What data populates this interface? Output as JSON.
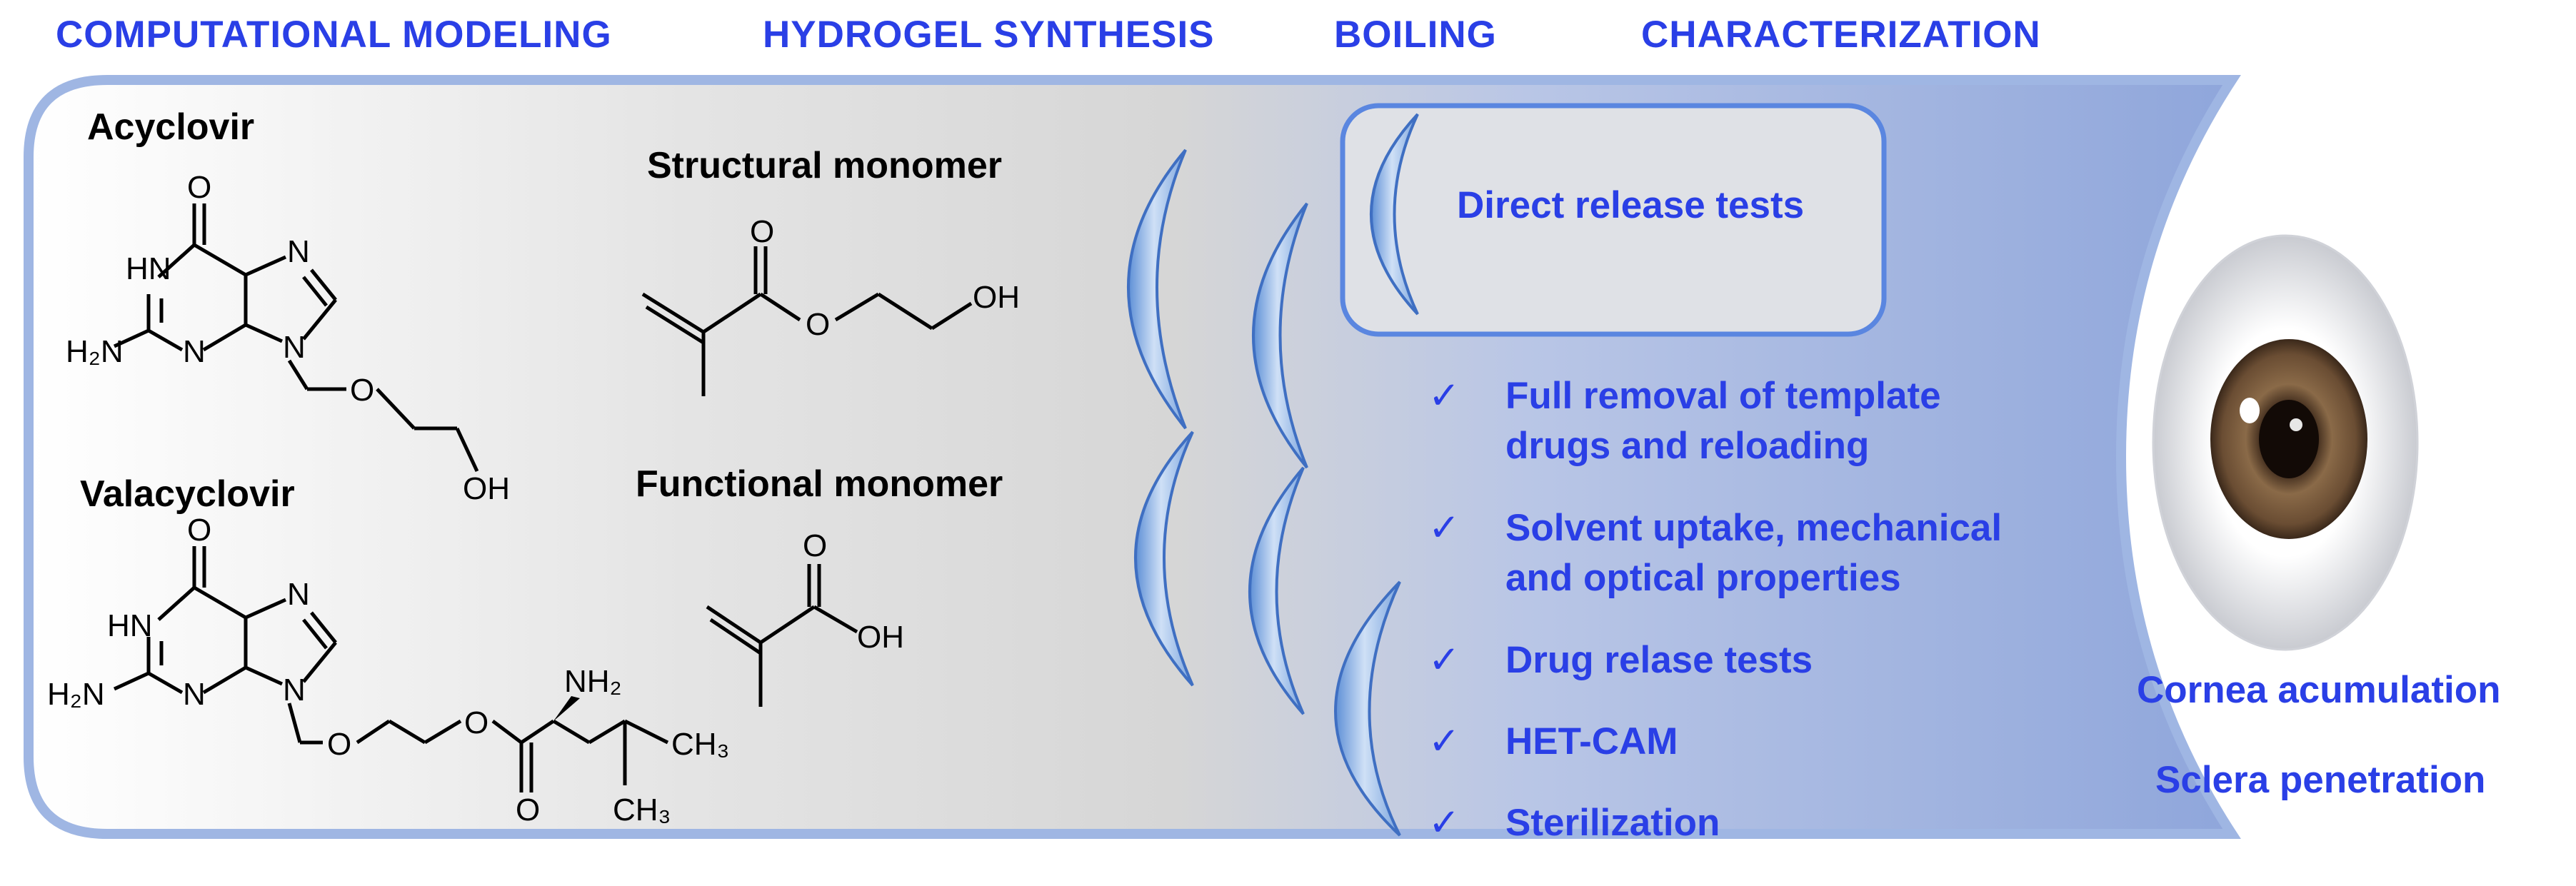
{
  "stages": {
    "modeling": "COMPUTATIONAL MODELING",
    "synthesis": "HYDROGEL SYNTHESIS",
    "boiling": "BOILING",
    "characterization": "CHARACTERIZATION"
  },
  "drugs": {
    "acyclovir": "Acyclovir",
    "valacyclovir": "Valacyclovir"
  },
  "monomers": {
    "structural": "Structural monomer",
    "functional": "Functional monomer"
  },
  "atoms": {
    "o": "O",
    "n": "N",
    "hn": "HN",
    "h2n": "H₂N",
    "nh2": "NH₂",
    "oh": "OH",
    "ch3": "CH₃"
  },
  "direct_release": "Direct release tests",
  "checklist": {
    "mark": "✓",
    "items": [
      [
        "Full removal of template",
        "drugs and reloading"
      ],
      [
        "Solvent uptake, mechanical",
        "and optical properties"
      ],
      [
        "Drug relase tests"
      ],
      [
        "HET-CAM"
      ],
      [
        "Sterilization"
      ]
    ]
  },
  "eye_labels": {
    "cornea": "Cornea acumulation",
    "sclera": "Sclera penetration"
  },
  "colors": {
    "accent": "#2a3fe6",
    "panel_border": "#9fb6e3",
    "lens": "#7fa8de"
  }
}
